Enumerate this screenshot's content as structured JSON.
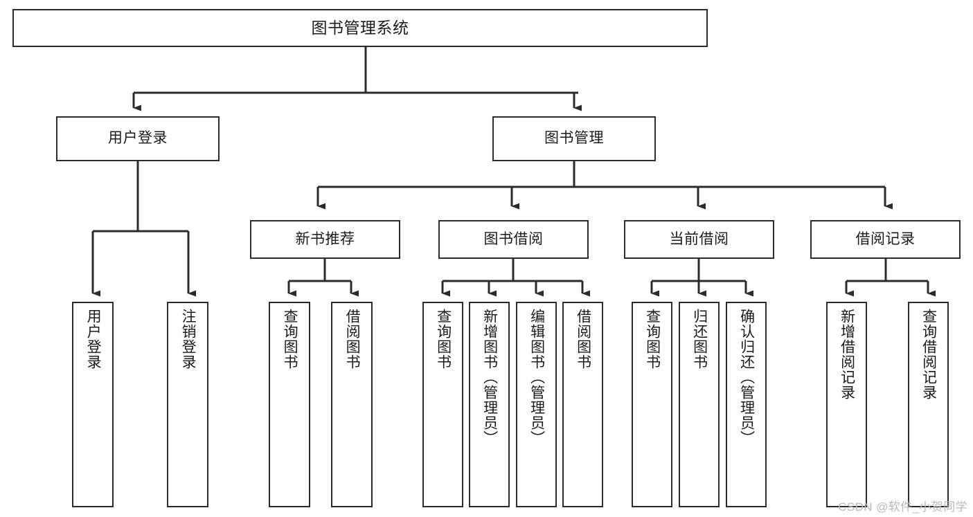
{
  "diagram": {
    "title": "图书管理系统",
    "type": "tree",
    "orientation": "top-down",
    "colors": {
      "box_border": "#2b2b2b",
      "box_fill": "#ffffff",
      "connector": "#2b2b2b",
      "text": "#1a1a1a",
      "watermark": "#b9b9b9",
      "background": "#ffffff"
    },
    "nodes": {
      "root": {
        "label": "图书管理系统"
      },
      "level2": [
        {
          "label": "用户登录"
        },
        {
          "label": "图书管理"
        }
      ],
      "level3": [
        {
          "label": "新书推荐"
        },
        {
          "label": "图书借阅"
        },
        {
          "label": "当前借阅"
        },
        {
          "label": "借阅记录"
        }
      ],
      "leaves": {
        "user_login": [
          {
            "label": "用户登录"
          },
          {
            "label": "注销登录"
          }
        ],
        "new_book_recommend": [
          {
            "label": "查询图书"
          },
          {
            "label": "借阅图书"
          }
        ],
        "book_borrow": [
          {
            "label": "查询图书"
          },
          {
            "label": "新增图书（管理员）"
          },
          {
            "label": "编辑图书（管理员）"
          },
          {
            "label": "借阅图书"
          }
        ],
        "current_borrow": [
          {
            "label": "查询图书"
          },
          {
            "label": "归还图书"
          },
          {
            "label": "确认归还（管理员）"
          }
        ],
        "borrow_record": [
          {
            "label": "新增借阅记录"
          },
          {
            "label": "查询借阅记录"
          }
        ]
      }
    },
    "watermark": "CSDN @软件_小贺同学"
  }
}
